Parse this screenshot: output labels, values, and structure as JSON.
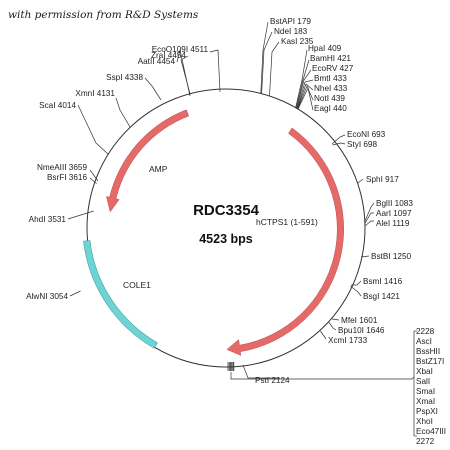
{
  "permission_text": "with permission from R&D Systems",
  "plasmid": {
    "name": "RDC3354",
    "size_label": "4523 bps",
    "size_bp": 4523
  },
  "colors": {
    "amp_arrow": "#e46a6a",
    "hctps_arrow": "#e46a6a",
    "cole1": "#6fd3d3",
    "backbone": "#333333"
  },
  "features": [
    {
      "name": "AMP",
      "label": "AMP",
      "type": "arrow-ccw"
    },
    {
      "name": "hCTPS1",
      "label": "hCTPS1 (1-591)",
      "type": "arrow-cw"
    },
    {
      "name": "COLE1",
      "label": "COLE1",
      "type": "block"
    }
  ],
  "sites": [
    {
      "label": "BstAPI 179"
    },
    {
      "label": "NdeI 183"
    },
    {
      "label": "KasI 235"
    },
    {
      "label": "HpaI 409"
    },
    {
      "label": "BamHI 421"
    },
    {
      "label": "EcoRV 427"
    },
    {
      "label": "BmtI 433"
    },
    {
      "label": "NheI 433"
    },
    {
      "label": "NotI 439"
    },
    {
      "label": "EagI 440"
    },
    {
      "label": "EcoNI 693"
    },
    {
      "label": "StyI 698"
    },
    {
      "label": "SphI 917"
    },
    {
      "label": "BglII 1083"
    },
    {
      "label": "AarI 1097"
    },
    {
      "label": "AleI 1119"
    },
    {
      "label": "BstBI 1250"
    },
    {
      "label": "BsmI 1416"
    },
    {
      "label": "BsgI 1421"
    },
    {
      "label": "MfeI 1601"
    },
    {
      "label": "Bpu10I 1646"
    },
    {
      "label": "XcmI 1733"
    },
    {
      "label": "PstI 2124"
    },
    {
      "label": "AlwNI 3054"
    },
    {
      "label": "AhdI 3531"
    },
    {
      "label": "BsrFI 3616"
    },
    {
      "label": "NmeAIII 3659"
    },
    {
      "label": "ScaI 4014"
    },
    {
      "label": "XmnI 4131"
    },
    {
      "label": "SspI 4338"
    },
    {
      "label": "AatII 4454"
    },
    {
      "label": "ZraI 4454"
    },
    {
      "label": "EcoO109I 4511"
    }
  ],
  "mcs_cluster": {
    "start": "2228",
    "enzymes": [
      "AscI",
      "BssHII",
      "BstZ17I",
      "XbaI",
      "SalI",
      "SmaI",
      "XmaI",
      "PspXI",
      "XhoI",
      "Eco47III"
    ],
    "end": "2272"
  }
}
